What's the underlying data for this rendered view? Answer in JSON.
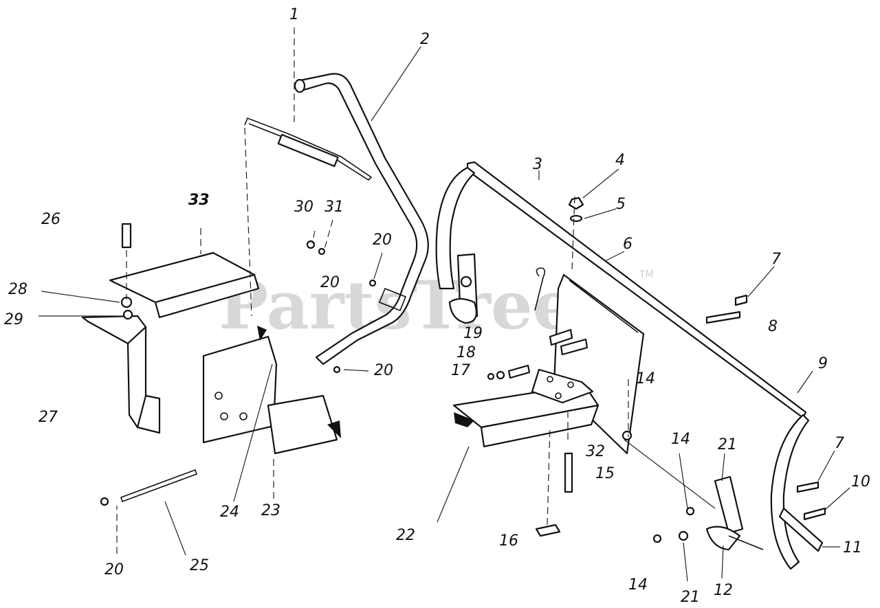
{
  "watermark": {
    "text": "PartsTree",
    "trademark": "TM"
  },
  "callouts": [
    {
      "id": "c1",
      "label": "1"
    },
    {
      "id": "c2",
      "label": "2"
    },
    {
      "id": "c3",
      "label": "3"
    },
    {
      "id": "c4",
      "label": "4"
    },
    {
      "id": "c5",
      "label": "5"
    },
    {
      "id": "c6",
      "label": "6"
    },
    {
      "id": "c7a",
      "label": "7"
    },
    {
      "id": "c8",
      "label": "8"
    },
    {
      "id": "c9",
      "label": "9"
    },
    {
      "id": "c7b",
      "label": "7"
    },
    {
      "id": "c10",
      "label": "10"
    },
    {
      "id": "c11",
      "label": "11"
    },
    {
      "id": "c12",
      "label": "12"
    },
    {
      "id": "c21a",
      "label": "21"
    },
    {
      "id": "c14a",
      "label": "14"
    },
    {
      "id": "c21b",
      "label": "21"
    },
    {
      "id": "c14b",
      "label": "14"
    },
    {
      "id": "c14c",
      "label": "14"
    },
    {
      "id": "c15",
      "label": "15"
    },
    {
      "id": "c32",
      "label": "32"
    },
    {
      "id": "c16",
      "label": "16"
    },
    {
      "id": "c22",
      "label": "22"
    },
    {
      "id": "c17",
      "label": "17"
    },
    {
      "id": "c18",
      "label": "18"
    },
    {
      "id": "c19",
      "label": "19"
    },
    {
      "id": "c20a",
      "label": "20"
    },
    {
      "id": "c20b",
      "label": "20"
    },
    {
      "id": "c20c",
      "label": "20"
    },
    {
      "id": "c20d",
      "label": "20"
    },
    {
      "id": "c30",
      "label": "30"
    },
    {
      "id": "c31",
      "label": "31"
    },
    {
      "id": "c33",
      "label": "33"
    },
    {
      "id": "c26",
      "label": "26"
    },
    {
      "id": "c28",
      "label": "28"
    },
    {
      "id": "c29",
      "label": "29"
    },
    {
      "id": "c27",
      "label": "27"
    },
    {
      "id": "c24",
      "label": "24"
    },
    {
      "id": "c23",
      "label": "23"
    },
    {
      "id": "c25",
      "label": "25"
    }
  ]
}
